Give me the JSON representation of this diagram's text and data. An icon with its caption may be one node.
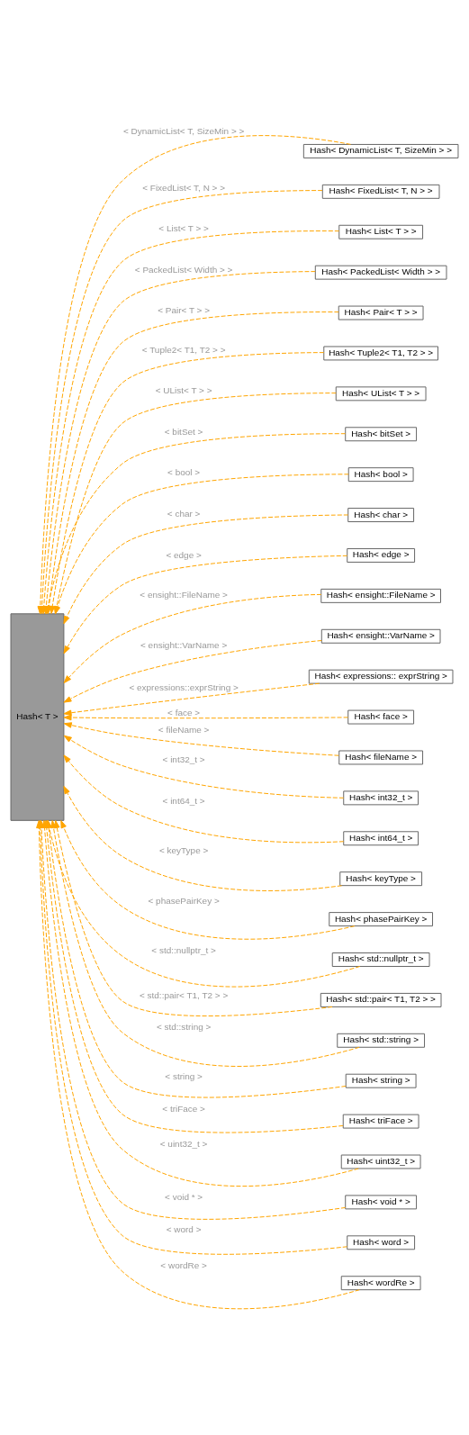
{
  "diagram": {
    "nodes": [
      {
        "text": [
          "Hash< T >"
        ]
      },
      {
        "text": [
          "Hash< DynamicList< T, SizeMin > >"
        ]
      },
      {
        "text": [
          "Hash< FixedList< T, N > >"
        ]
      },
      {
        "text": [
          "Hash< List< T > >"
        ]
      },
      {
        "text": [
          "Hash< PackedList< Width > >"
        ]
      },
      {
        "text": [
          "Hash< Pair< T > >"
        ]
      },
      {
        "text": [
          "Hash< Tuple2< T1, T2 > >"
        ]
      },
      {
        "text": [
          "Hash< UList< T > >"
        ]
      },
      {
        "text": [
          "Hash< bitSet >"
        ]
      },
      {
        "text": [
          "Hash< bool >"
        ]
      },
      {
        "text": [
          "Hash< char >"
        ]
      },
      {
        "text": [
          "Hash< edge >"
        ]
      },
      {
        "text": [
          "Hash< ensight::FileName >"
        ]
      },
      {
        "text": [
          "Hash< ensight::VarName >"
        ]
      },
      {
        "text": [
          "Hash< expressions:: exprString >"
        ]
      },
      {
        "text": [
          "Hash< face >"
        ]
      },
      {
        "text": [
          "Hash< fileName >"
        ]
      },
      {
        "text": [
          "Hash< int32_t >"
        ]
      },
      {
        "text": [
          "Hash< int64_t >"
        ]
      },
      {
        "text": [
          "Hash< keyType >"
        ]
      },
      {
        "text": [
          "Hash< phasePairKey >"
        ]
      },
      {
        "text": [
          "Hash< std::nullptr_t >"
        ]
      },
      {
        "text": [
          "Hash< std::pair< T1, T2 > >"
        ]
      },
      {
        "text": [
          "Hash< std::string >"
        ]
      },
      {
        "text": [
          "Hash< string >"
        ]
      },
      {
        "text": [
          "Hash< triFace >"
        ]
      },
      {
        "text": [
          "Hash< uint32_t >"
        ]
      },
      {
        "text": [
          "Hash< void * >"
        ]
      },
      {
        "text": [
          "Hash< word >"
        ]
      },
      {
        "text": [
          "Hash< wordRe >"
        ]
      }
    ],
    "edges": [
      {
        "from": 1,
        "to": 0,
        "arrow": "to",
        "style": "dashed",
        "label": "< DynamicList< T, SizeMin > >"
      },
      {
        "from": 2,
        "to": 0,
        "arrow": "to",
        "style": "dashed",
        "label": "< FixedList< T, N > >"
      },
      {
        "from": 3,
        "to": 0,
        "arrow": "to",
        "style": "dashed",
        "label": "< List< T > >"
      },
      {
        "from": 4,
        "to": 0,
        "arrow": "to",
        "style": "dashed",
        "label": "< PackedList< Width > >"
      },
      {
        "from": 5,
        "to": 0,
        "arrow": "to",
        "style": "dashed",
        "label": "< Pair< T > >"
      },
      {
        "from": 6,
        "to": 0,
        "arrow": "to",
        "style": "dashed",
        "label": "< Tuple2< T1, T2 > >"
      },
      {
        "from": 7,
        "to": 0,
        "arrow": "to",
        "style": "dashed",
        "label": "< UList< T > >"
      },
      {
        "from": 8,
        "to": 0,
        "arrow": "to",
        "style": "dashed",
        "label": "< bitSet >"
      },
      {
        "from": 9,
        "to": 0,
        "arrow": "to",
        "style": "dashed",
        "label": "< bool >"
      },
      {
        "from": 10,
        "to": 0,
        "arrow": "to",
        "style": "dashed",
        "label": "< char >"
      },
      {
        "from": 11,
        "to": 0,
        "arrow": "to",
        "style": "dashed",
        "label": "< edge >"
      },
      {
        "from": 12,
        "to": 0,
        "arrow": "to",
        "style": "dashed",
        "label": "< ensight::FileName >"
      },
      {
        "from": 13,
        "to": 0,
        "arrow": "to",
        "style": "dashed",
        "label": "< ensight::VarName >"
      },
      {
        "from": 14,
        "to": 0,
        "arrow": "to",
        "style": "dashed",
        "label": "< expressions::exprString >"
      },
      {
        "from": 15,
        "to": 0,
        "arrow": "to",
        "style": "dashed",
        "label": "< face >"
      },
      {
        "from": 16,
        "to": 0,
        "arrow": "to",
        "style": "dashed",
        "label": "< fileName >"
      },
      {
        "from": 17,
        "to": 0,
        "arrow": "to",
        "style": "dashed",
        "label": "< int32_t >"
      },
      {
        "from": 18,
        "to": 0,
        "arrow": "to",
        "style": "dashed",
        "label": "< int64_t >"
      },
      {
        "from": 19,
        "to": 0,
        "arrow": "to",
        "style": "dashed",
        "label": "< keyType >"
      },
      {
        "from": 20,
        "to": 0,
        "arrow": "to",
        "style": "dashed",
        "label": "< phasePairKey >"
      },
      {
        "from": 21,
        "to": 0,
        "arrow": "to",
        "style": "dashed",
        "label": "< std::nullptr_t >"
      },
      {
        "from": 22,
        "to": 0,
        "arrow": "to",
        "style": "dashed",
        "label": "< std::pair< T1, T2 > >"
      },
      {
        "from": 23,
        "to": 0,
        "arrow": "to",
        "style": "dashed",
        "label": "< std::string >"
      },
      {
        "from": 24,
        "to": 0,
        "arrow": "to",
        "style": "dashed",
        "label": "< string >"
      },
      {
        "from": 25,
        "to": 0,
        "arrow": "to",
        "style": "dashed",
        "label": "< triFace >"
      },
      {
        "from": 26,
        "to": 0,
        "arrow": "to",
        "style": "dashed",
        "label": "< uint32_t >"
      },
      {
        "from": 27,
        "to": 0,
        "arrow": "to",
        "style": "dashed",
        "label": "< void * >"
      },
      {
        "from": 28,
        "to": 0,
        "arrow": "to",
        "style": "dashed",
        "label": "< word >"
      },
      {
        "from": 29,
        "to": 0,
        "arrow": "to",
        "style": "dashed",
        "label": "< wordRe >"
      }
    ]
  }
}
